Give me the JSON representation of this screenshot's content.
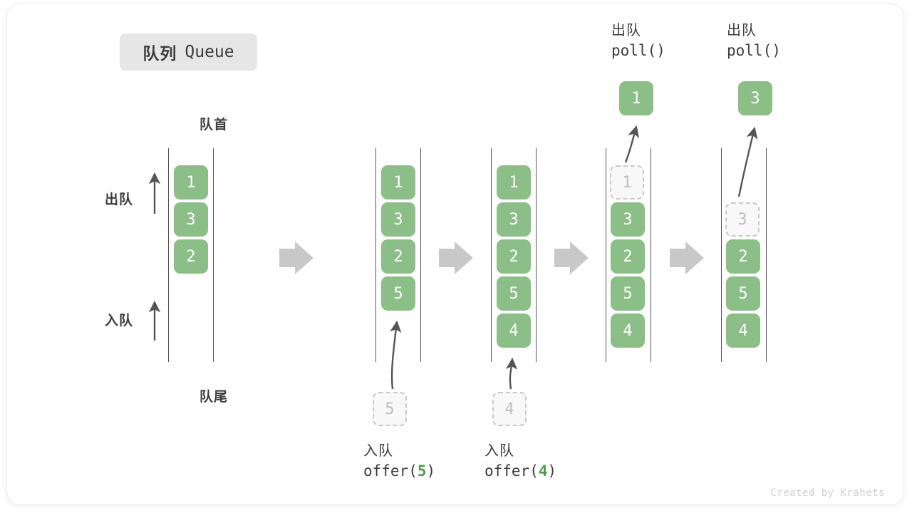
{
  "title": {
    "cn": "队列",
    "en": "Queue"
  },
  "labels": {
    "head": "队首",
    "tail": "队尾",
    "dequeue": "出队",
    "enqueue": "入队"
  },
  "colors": {
    "element_fill": "#8cbe88",
    "element_text": "#ffffff",
    "ghost_fill": "#f8f8f8",
    "ghost_border": "#c9c9c9",
    "ghost_text": "#bfbfbf",
    "rail": "#555555",
    "arrow": "#555555",
    "step_arrow": "#c8c8c8",
    "badge_bg": "#e6e6e6",
    "text": "#3c3c3c",
    "accent_value": "#4f9a4c",
    "watermark": "#cfcfcf"
  },
  "columns": [
    {
      "id": "initial",
      "items": [
        "1",
        "3",
        "2"
      ],
      "ghost_index": -1
    },
    {
      "id": "after-offer-5",
      "items": [
        "1",
        "3",
        "2",
        "5"
      ],
      "ghost_index": -1
    },
    {
      "id": "after-offer-4",
      "items": [
        "1",
        "3",
        "2",
        "5",
        "4"
      ],
      "ghost_index": -1
    },
    {
      "id": "poll-1",
      "items": [
        "1",
        "3",
        "2",
        "5",
        "4"
      ],
      "ghost_index": 0
    },
    {
      "id": "poll-3",
      "items": [
        "3",
        "2",
        "5",
        "4"
      ],
      "ghost_index": 0
    }
  ],
  "incoming": [
    {
      "value": "5",
      "caption_cn": "入队",
      "caption_fn_prefix": "offer(",
      "caption_fn_value": "5",
      "caption_fn_suffix": ")"
    },
    {
      "value": "4",
      "caption_cn": "入队",
      "caption_fn_prefix": "offer(",
      "caption_fn_value": "4",
      "caption_fn_suffix": ")"
    }
  ],
  "outgoing": [
    {
      "value": "1",
      "caption_cn": "出队",
      "caption_fn": "poll()"
    },
    {
      "value": "3",
      "caption_cn": "出队",
      "caption_fn": "poll()"
    }
  ],
  "watermark": "Created by Krahets"
}
